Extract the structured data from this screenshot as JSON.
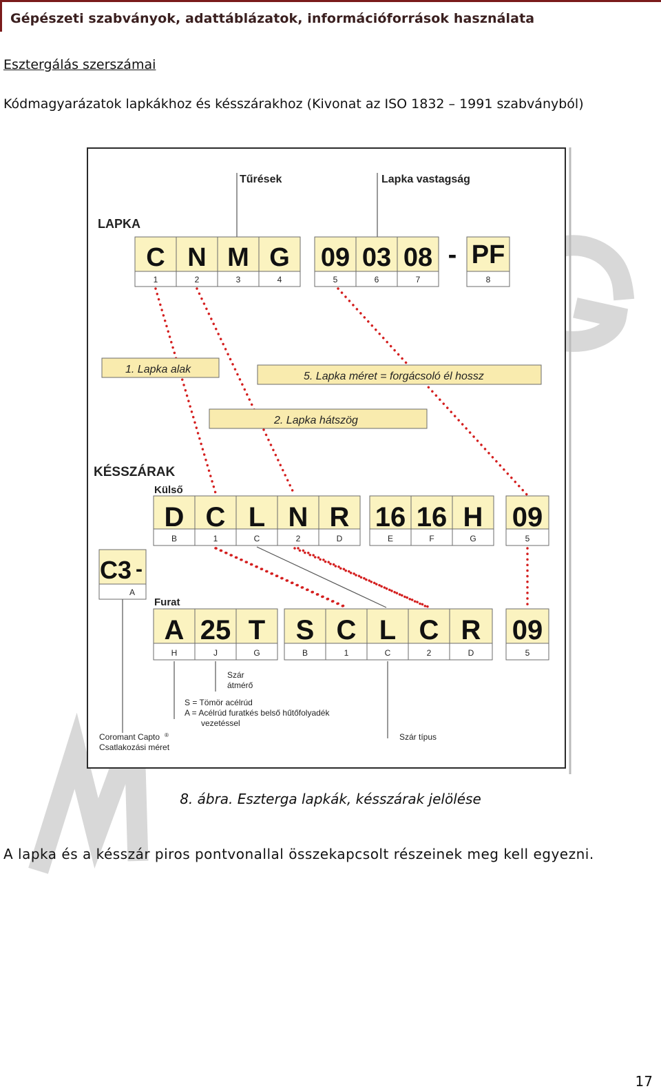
{
  "header": {
    "title": "Gépészeti szabványok, adattáblázatok, információforrások használata"
  },
  "section_title": "Esztergálás szerszámai",
  "intro": "Kódmagyarázatok lapkákhoz és késszárakhoz (Kivonat az ISO 1832 – 1991 szabványból)",
  "figure": {
    "label_turesek": "Tűrések",
    "label_lapka_vastagsag": "Lapka vastagság",
    "label_lapka": "LAPKA",
    "insert_codes": [
      "C",
      "N",
      "M",
      "G",
      "09",
      "03",
      "08",
      "PF"
    ],
    "insert_nums": [
      "1",
      "2",
      "3",
      "4",
      "5",
      "6",
      "7",
      "8"
    ],
    "dash": "-",
    "label_lapka_alak": "1. Lapka alak",
    "label_lapka_meret": "5. Lapka méret = forgácsoló él hossz",
    "label_lapka_hatszog": "2. Lapka hátszög",
    "label_keszszarak": "KÉSSZÁRAK",
    "label_kulso": "Külső",
    "ext_codes": [
      "D",
      "C",
      "L",
      "N",
      "R",
      "16",
      "16",
      "H",
      "09"
    ],
    "ext_keys": [
      "B",
      "1",
      "C",
      "2",
      "D",
      "E",
      "F",
      "G",
      "5"
    ],
    "c3_code": "C3",
    "c3_dash": "-",
    "c3_key": "A",
    "label_furat": "Furat",
    "bore_codes": [
      "A",
      "25",
      "T",
      "S",
      "C",
      "L",
      "C",
      "R",
      "09"
    ],
    "bore_keys": [
      "H",
      "J",
      "G",
      "B",
      "1",
      "C",
      "2",
      "D",
      "5"
    ],
    "label_szar": "Szár",
    "label_atmero": "átmérő",
    "note_s": "S = Tömör acélrúd",
    "note_a1": "A = Acélrúd furatkés belső hűtőfolyadék",
    "note_a2": "vezetéssel",
    "label_coromant1": "Coromant Capto",
    "coromant_mark": "®",
    "label_coromant2": "Csatlakozási méret",
    "label_szar_tipus": "Szár típus"
  },
  "caption": "8. ábra. Eszterga lapkák, késszárak jelölése",
  "body_text": "A lapka és a késszár piros pontvonallal összekapcsolt részeinek meg kell egyezni.",
  "page_number": "17",
  "colors": {
    "accent": "#7a1b1b",
    "box_fill": "#fbf3c0",
    "box_border": "#6b6b6b",
    "dotted": "#d41f1f",
    "label_fill": "#f9ebae"
  }
}
